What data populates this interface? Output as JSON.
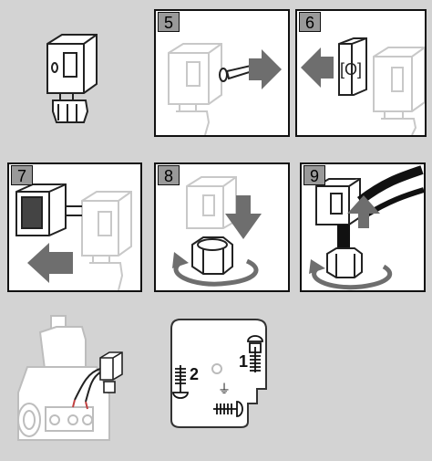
{
  "steps": [
    {
      "number": "5"
    },
    {
      "number": "6"
    },
    {
      "number": "7"
    },
    {
      "number": "8"
    },
    {
      "number": "9"
    }
  ],
  "terminal_block": {
    "terminal_1_label": "1",
    "terminal_2_label": "2",
    "ground_symbol": "⏚"
  },
  "colors": {
    "background": "#d3d3d3",
    "panel_border": "#111111",
    "badge_fill": "#999999",
    "arrow_gray": "#6e6e6e",
    "outline": "#222222",
    "ghost_outline": "#c8c8c8"
  }
}
